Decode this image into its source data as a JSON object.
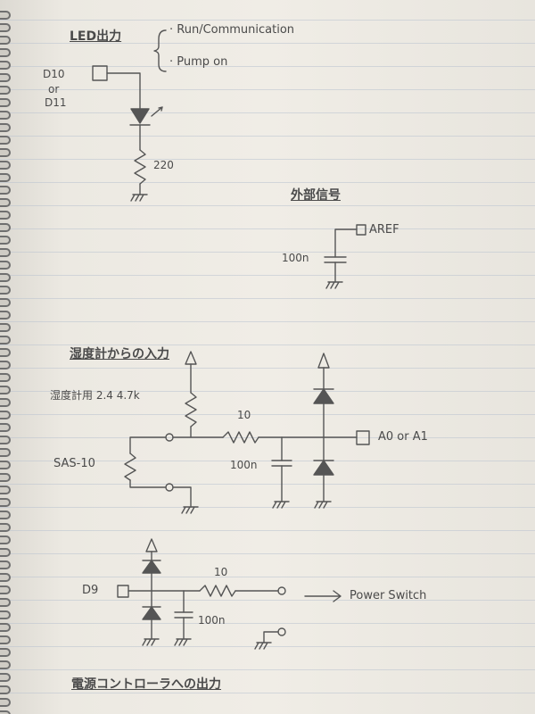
{
  "led_section": {
    "title": "LED出力",
    "items": [
      "Run/Communication",
      "Pump on"
    ],
    "pin_label": [
      "D10",
      "or",
      "D11"
    ],
    "resistor": "220"
  },
  "aref_section": {
    "title": "外部信号",
    "pin": "AREF",
    "capacitor": "100n"
  },
  "sensor_section": {
    "title": "湿度計からの入力",
    "pullup_label": "湿度計用 2.4 4.7k",
    "sensor_name": "SAS-10",
    "series_resistor": "10",
    "capacitor": "100n",
    "output": "A0 or A1"
  },
  "power_section": {
    "pin": "D9",
    "series_resistor": "10",
    "capacitor": "100n",
    "arrow_label": "Power Switch",
    "title": "電源コントローラへの出力"
  }
}
